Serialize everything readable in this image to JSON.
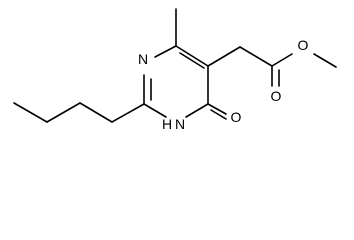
{
  "molecule": {
    "atom_labels": {
      "ring_n_top": "N",
      "ring_nh": "H",
      "ring_nh_n": "N",
      "ketone_o": "O",
      "ester_carbonyl_o": "O",
      "ester_ether_o": "O"
    }
  },
  "colors": {
    "bond": "#000000",
    "label": "#000000",
    "background": "#ffffff"
  }
}
